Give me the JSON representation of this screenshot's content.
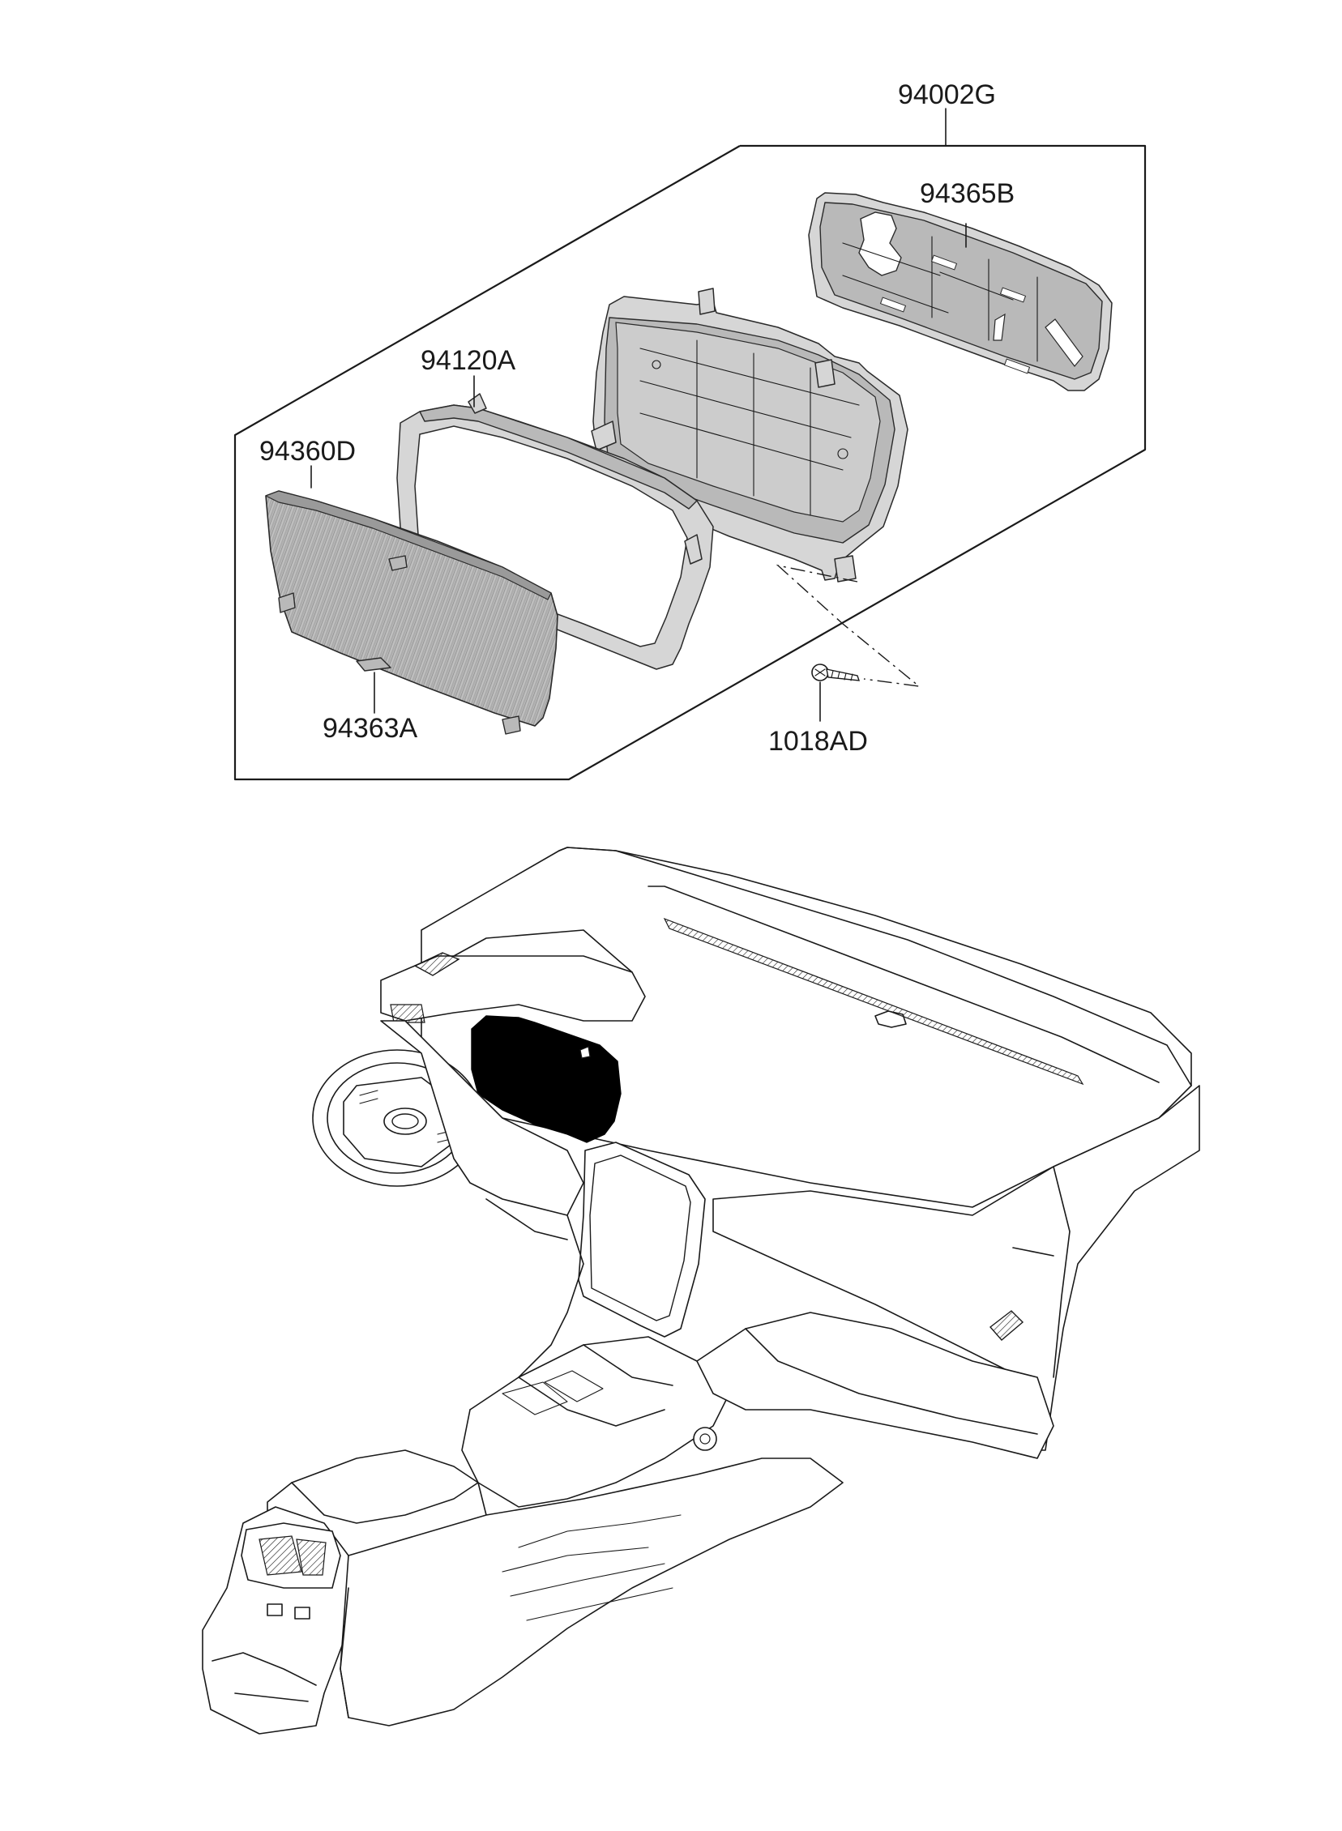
{
  "diagram": {
    "assembly": {
      "label": "94002G"
    },
    "parts": [
      {
        "id": "back-cover",
        "label": "94365B"
      },
      {
        "id": "bezel",
        "label": "94120A"
      },
      {
        "id": "lens",
        "label": "94360D"
      },
      {
        "id": "clip",
        "label": "94363A"
      },
      {
        "id": "screw",
        "label": "1018AD"
      }
    ]
  }
}
